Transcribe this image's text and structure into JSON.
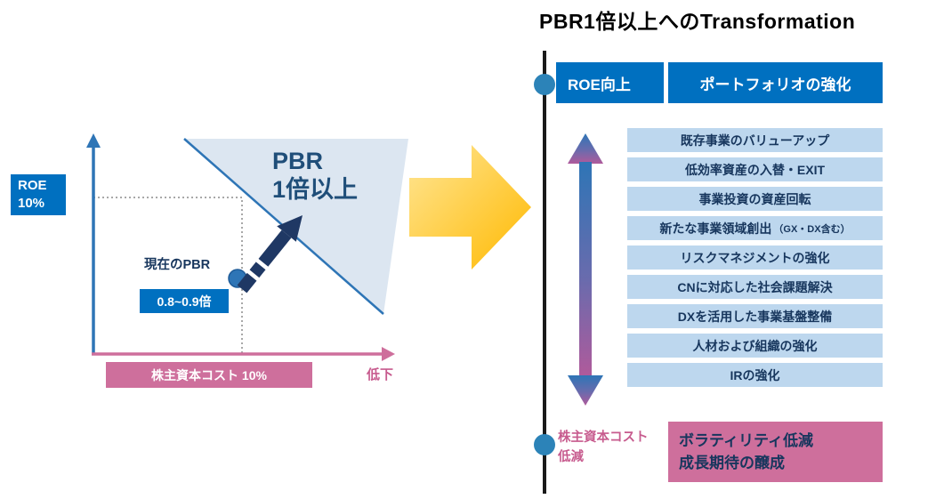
{
  "title": "PBR1倍以上へのTransformation",
  "chart": {
    "roe_line1": "ROE",
    "roe_line2": "10%",
    "region_line1": "PBR",
    "region_line2": "1倍以上",
    "current_pbr_caption": "現在のPBR",
    "current_pbr_value": "0.8~0.9倍",
    "x_axis_label": "株主資本コスト 10%",
    "x_axis_direction": "低下"
  },
  "panel": {
    "roe_header": "ROE向上",
    "roe_measure": "ポートフォリオの強化",
    "items": [
      {
        "label": "既存事業のバリューアップ"
      },
      {
        "label": "低効率資産の入替・EXIT"
      },
      {
        "label": "事業投資の資産回転"
      },
      {
        "label": "新たな事業領域創出",
        "note": "（GX・DX含む）"
      },
      {
        "label": "リスクマネジメントの強化"
      },
      {
        "label": "CNに対応した社会課題解決"
      },
      {
        "label": "DXを活用した事業基盤整備"
      },
      {
        "label": "人材および組織の強化"
      },
      {
        "label": "IRの強化"
      }
    ],
    "cost_header_line1": "株主資本コスト",
    "cost_header_line2": "低減",
    "cost_measure_line1": "ボラティリティ低減",
    "cost_measure_line2": "成長期待の醸成"
  },
  "colors": {
    "primary_blue": "#0070C0",
    "axis_blue": "#2E75B6",
    "light_blue_box": "#BDD7EE",
    "region_fill": "#DCE6F1",
    "navy": "#17365D",
    "pink": "#CE6F9C",
    "pink_text": "#C75B8E",
    "gold": "#FFC000",
    "purple": "#B05A9B"
  }
}
